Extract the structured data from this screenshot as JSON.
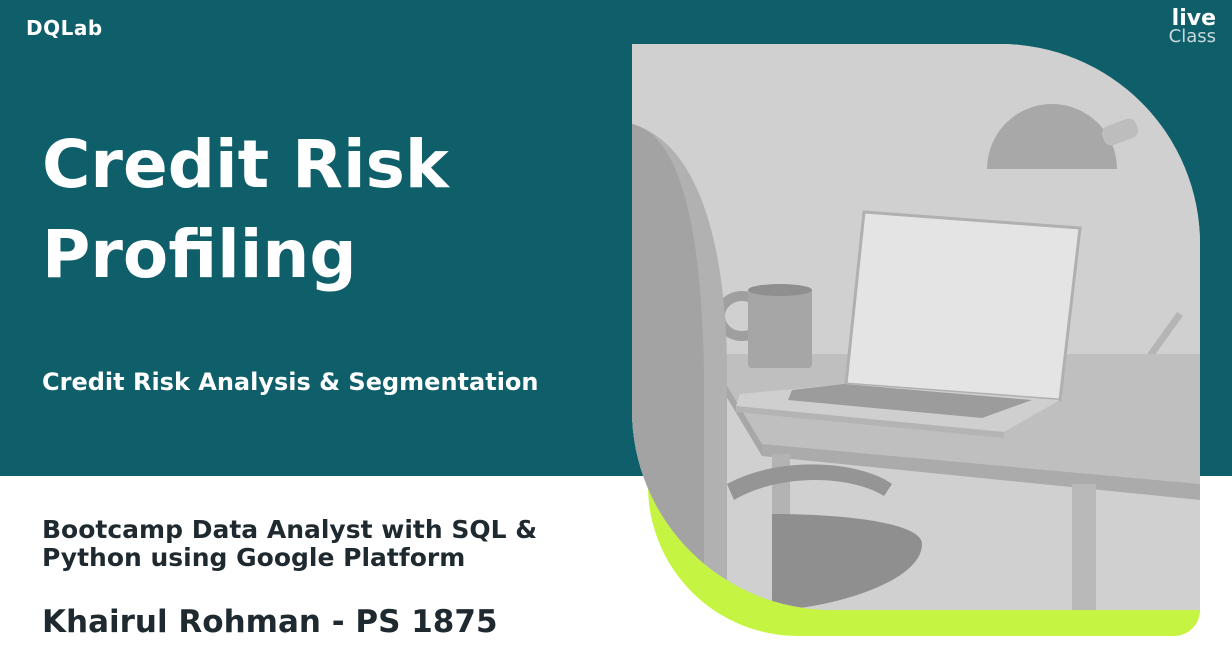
{
  "brand": {
    "logo": "DQLab",
    "badge_top": "live",
    "badge_bottom": "Class"
  },
  "slide": {
    "title": "Credit Risk Profiling",
    "subtitle": "Credit Risk Analysis & Segmentation",
    "program": "Bootcamp Data Analyst with SQL & Python using Google Platform",
    "author": "Khairul Rohman - PS 1875"
  },
  "colors": {
    "teal": "#0f5f6b",
    "lime": "#c6f442",
    "dark_text": "#1f2a30"
  }
}
